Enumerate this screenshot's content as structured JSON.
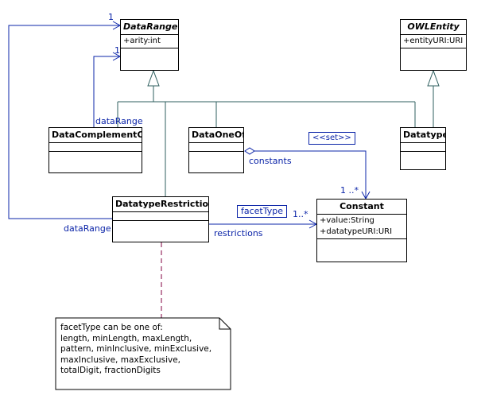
{
  "classes": {
    "data_range": {
      "name": "DataRange",
      "attrs": [
        "+arity:int"
      ]
    },
    "owl_entity": {
      "name": "OWLEntity",
      "attrs": [
        "+entityURI:URI"
      ]
    },
    "data_complement_of": {
      "name": "DataComplementOf"
    },
    "data_one_of": {
      "name": "DataOneOf"
    },
    "datatype": {
      "name": "Datatype"
    },
    "datatype_restriction": {
      "name": "DatatypeRestriction"
    },
    "constant": {
      "name": "Constant",
      "attrs": [
        "+value:String",
        "+datatypeURI:URI"
      ]
    }
  },
  "labels": {
    "data_range_complement": "dataRange",
    "data_range_restriction": "dataRange",
    "constants": "constants",
    "restrictions": "restrictions",
    "set_stereotype": "<<set>>",
    "facet_type": "facetType"
  },
  "multiplicities": {
    "restriction_to_datarange": "1",
    "complement_to_datarange": "1",
    "oneof_to_constant": "1 ..*",
    "restriction_to_constant": "1..*"
  },
  "note": {
    "lines": [
      "facetType can be one of:",
      "length, minLength, maxLength,",
      "pattern, minInclusive, minExclusive,",
      "maxInclusive, maxExclusive,",
      "totalDigit, fractionDigits"
    ]
  },
  "colors": {
    "line_inheritance": "#2f5f5f",
    "line_association": "#0b24a8",
    "note_link": "#800040",
    "text_label": "#0b24a8"
  }
}
